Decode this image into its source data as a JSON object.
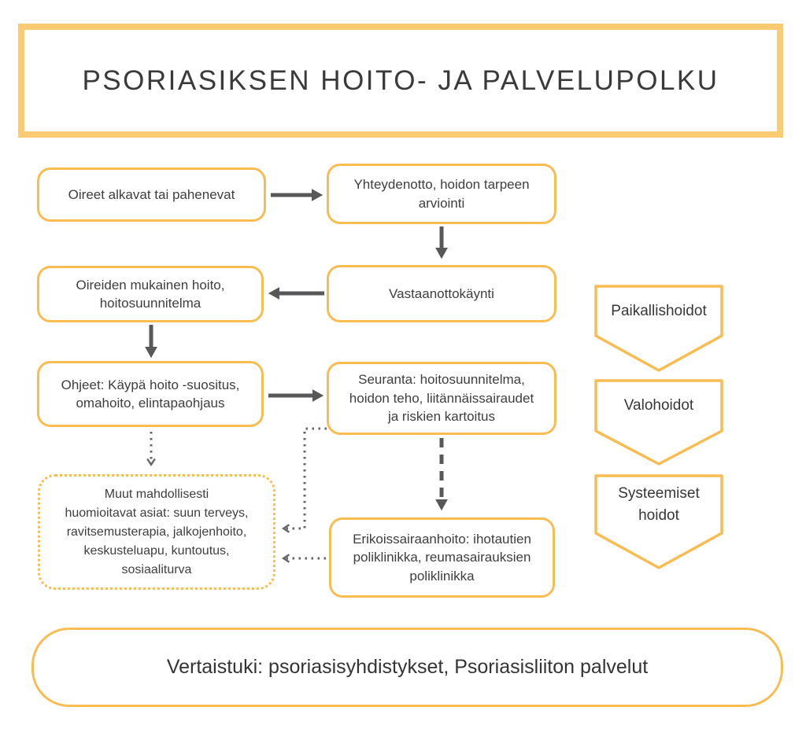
{
  "title": "PSORIASIKSEN HOITO- JA PALVELUPOLKU",
  "flowchart": {
    "oireet": "Oireet alkavat tai pahenevat",
    "yhteydenotto": [
      "Yhteydenotto, hoidon tarpeen",
      "arviointi"
    ],
    "oireiden_hoito": [
      "Oireiden mukainen hoito,",
      "hoitosuunnitelma"
    ],
    "vastaanottokaynti": "Vastaanottokäynti",
    "ohjeet": [
      "Ohjeet: Käypä hoito -suositus,",
      "omahoito, elintapaohjaus"
    ],
    "seuranta": [
      "Seuranta: hoitosuunnitelma,",
      "hoidon teho, liitännäissairaudet",
      "ja riskien kartoitus"
    ],
    "muut_huomioitavat": [
      "Muut mahdollisesti",
      "huomioitavat asiat: suun terveys,",
      "ravitsemusterapia, jalkojenhoito,",
      "keskusteluapu, kuntoutus,",
      "sosiaaliturva"
    ],
    "erikoissairaanhoito": [
      "Erikoissairaanhoito: ihotautien",
      "poliklinikka, reumasairauksien",
      "poliklinikka"
    ]
  },
  "treatments": [
    "Paikallishoidot",
    "Valohoidot",
    "Systeemiset hoidot"
  ],
  "footer": "Vertaistuki: psoriasisyhdistykset, Psoriasisliiton palvelut",
  "colors": {
    "accent_yellow": "#f9bc50",
    "title_border_yellow": "#facb72",
    "arrow_gray": "#58585a",
    "dotted_gray": "#666666",
    "text": "#3e3e3e"
  }
}
